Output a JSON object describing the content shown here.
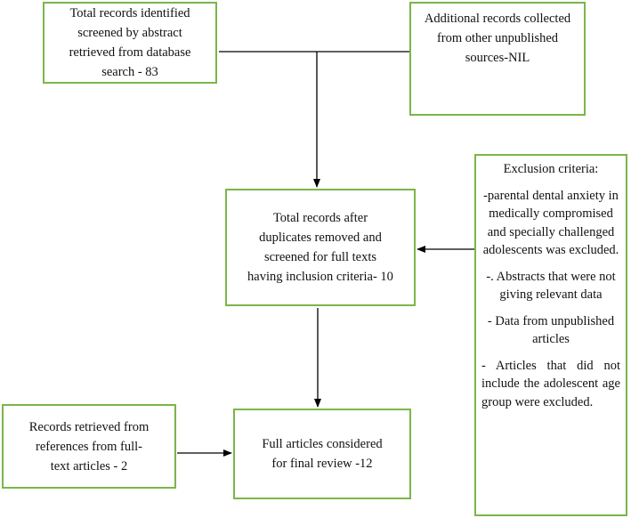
{
  "boxes": {
    "identified": "Total records identified\nscreened by abstract\nretrieved from database\nsearch - 83",
    "additional": "Additional records collected\nfrom other unpublished\nsources-NIL",
    "duplicates": "Total records after\nduplicates removed and\nscreened for full texts\nhaving inclusion criteria- 10",
    "retrieved": "Records retrieved from\nreferences from full-\ntext articles - 2",
    "final": "Full articles considered\nfor final review -12"
  },
  "exclusion": {
    "title": "Exclusion criteria:",
    "items": [
      "-parental dental anxiety in medically compromised and specially challenged adolescents was excluded.",
      "-. Abstracts that were not giving relevant data",
      "- Data from unpublished articles",
      "- Articles that did not include the adolescent age group were excluded."
    ]
  },
  "colors": {
    "box_border": "#7ab648",
    "connector": "#000000"
  }
}
